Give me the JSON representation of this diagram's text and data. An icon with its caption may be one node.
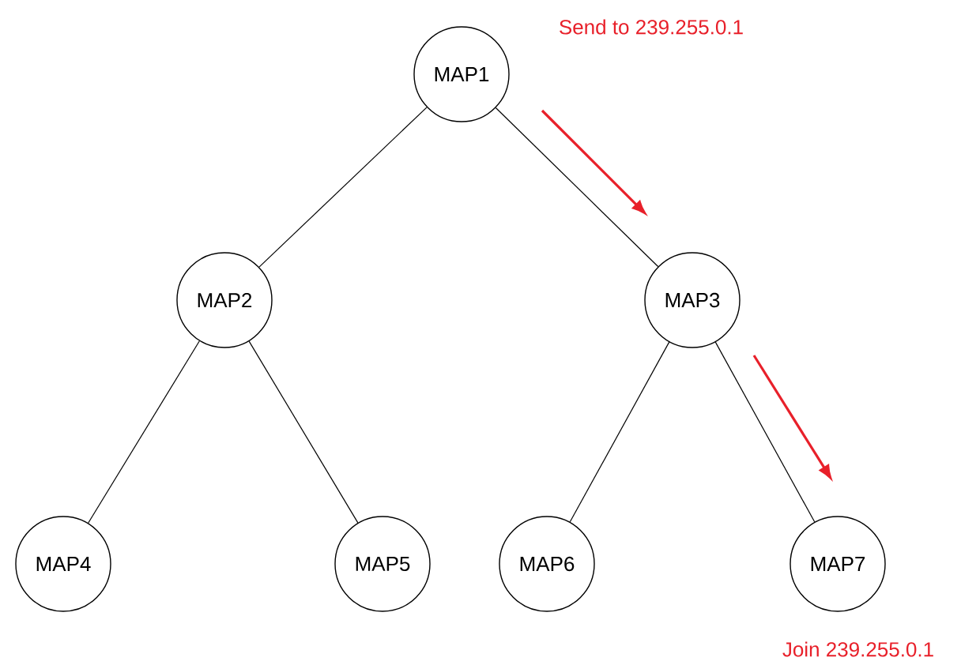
{
  "diagram": {
    "nodes": [
      {
        "text": [
          "MAP1"
        ]
      },
      {
        "text": [
          "MAP2"
        ]
      },
      {
        "text": [
          "MAP3"
        ]
      },
      {
        "text": [
          "MAP4"
        ]
      },
      {
        "text": [
          "MAP5"
        ]
      },
      {
        "text": [
          "MAP6"
        ]
      },
      {
        "text": [
          "MAP7"
        ]
      }
    ],
    "edges": [
      {
        "from": 0,
        "to": 1,
        "arrow": "none"
      },
      {
        "from": 0,
        "to": 2,
        "arrow": "none"
      },
      {
        "from": 1,
        "to": 3,
        "arrow": "none"
      },
      {
        "from": 1,
        "to": 4,
        "arrow": "none"
      },
      {
        "from": 2,
        "to": 5,
        "arrow": "none"
      },
      {
        "from": 2,
        "to": 6,
        "arrow": "none"
      }
    ],
    "labels": [
      "Send to 239.255.0.1",
      "Join 239.255.0.1"
    ]
  }
}
